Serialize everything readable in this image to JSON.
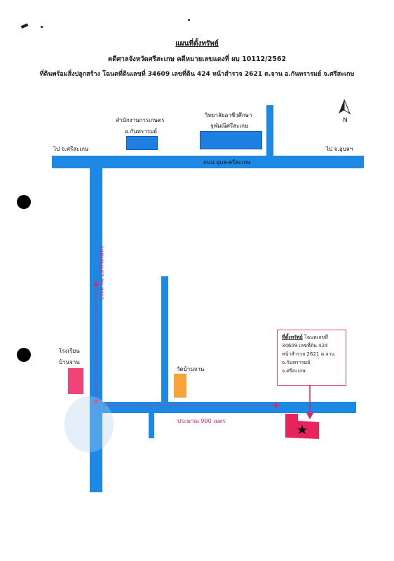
{
  "header": {
    "title": "แผนที่ตั้งทรัพย์",
    "case": "คดีศาลจังหวัดศรีสะเกษ  คดีหมายเลขแดงที่ ผบ 10112/2562",
    "property": "ที่ดินพร้อมสิ่งปลูกสร้าง  โฉนดที่ดินเลขที่ 34609  เลขที่ดิน 424  หน้าสำรวจ 2621  ต.จาน  อ.กันทรารมย์  จ.ศรีสะเกษ"
  },
  "map": {
    "north": "N",
    "road_main": "ถนน อุบล-ศรีสะเกษ",
    "to_left": "ไป จ.ศรีสะเกษ",
    "to_right": "ไป จ.อุบลฯ",
    "office_agri": "สำนักงานการเกษตร",
    "office_agri_dist": "อ.กันทรารมย์",
    "college_1": "วิทยาลัยอาชีวศึกษา",
    "college_2": "จุฬมณีศรีสะเกษ",
    "distance_vertical": "ประมาณ  13  กิโลเมตร",
    "distance_horizontal": "ประมาณ  900  เมตร",
    "school_1": "โรงเรียน",
    "school_2": "บ้านจาน",
    "temple": "วัดบ้านจาน",
    "callout": {
      "heading": "ที่ตั้งทรัพย์",
      "line1_suffix": "  โฉนดเลขที่",
      "line2": "34609  เลขที่ดิน 424",
      "line3": "หน้าสำรวจ 2621  ต.จาน",
      "line4": "อ.กันทรารมย์",
      "line5": "จ.ศรีสะเกษ"
    },
    "colors": {
      "road": "#1e88e5",
      "building_blue": "#1e7fe0",
      "school": "#f0437a",
      "temple": "#f7a23a",
      "property": "#e8245f",
      "annotation": "#e91e63"
    }
  }
}
